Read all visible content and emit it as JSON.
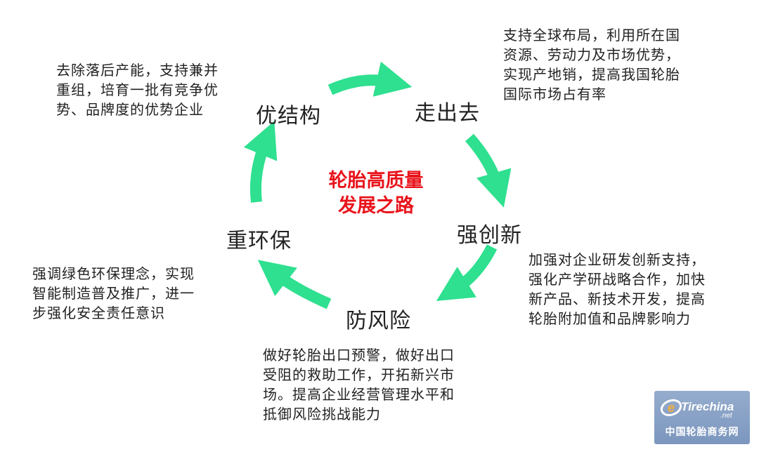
{
  "center": {
    "line1": "轮胎高质量",
    "line2": "发展之路"
  },
  "nodes": {
    "optimize": "优结构",
    "go_out": "走出去",
    "innovate": "强创新",
    "risk": "防风险",
    "env": "重环保"
  },
  "descriptions": {
    "optimize": "去除落后产能，支持兼并\n重组，培育一批有竞争优\n势、品牌度的优势企业",
    "go_out": "支持全球布局，利用所在国\n资源、劳动力及市场优势，\n实现产地销，提高我国轮胎\n国际市场占有率",
    "innovate": "加强对企业研发创新支持，\n强化产学研战略合作，加快\n新产品、新技术开发，提高\n轮胎附加值和品牌影响力",
    "risk": "做好轮胎出口预警，做好出口\n受阻的救助工作，开拓新兴市\n场。提高企业经营管理水平和\n抵御风险挑战能力",
    "env": "强调绿色环保理念，实现\n智能制造普及推广，进一\n步强化安全责任意识"
  },
  "watermark": {
    "logo_text": "Tirechina",
    "logo_sub": ".net",
    "cn_text": "中国轮胎商务网"
  },
  "colors": {
    "arrow": "#2ee08f",
    "center_text": "#e8141c"
  }
}
